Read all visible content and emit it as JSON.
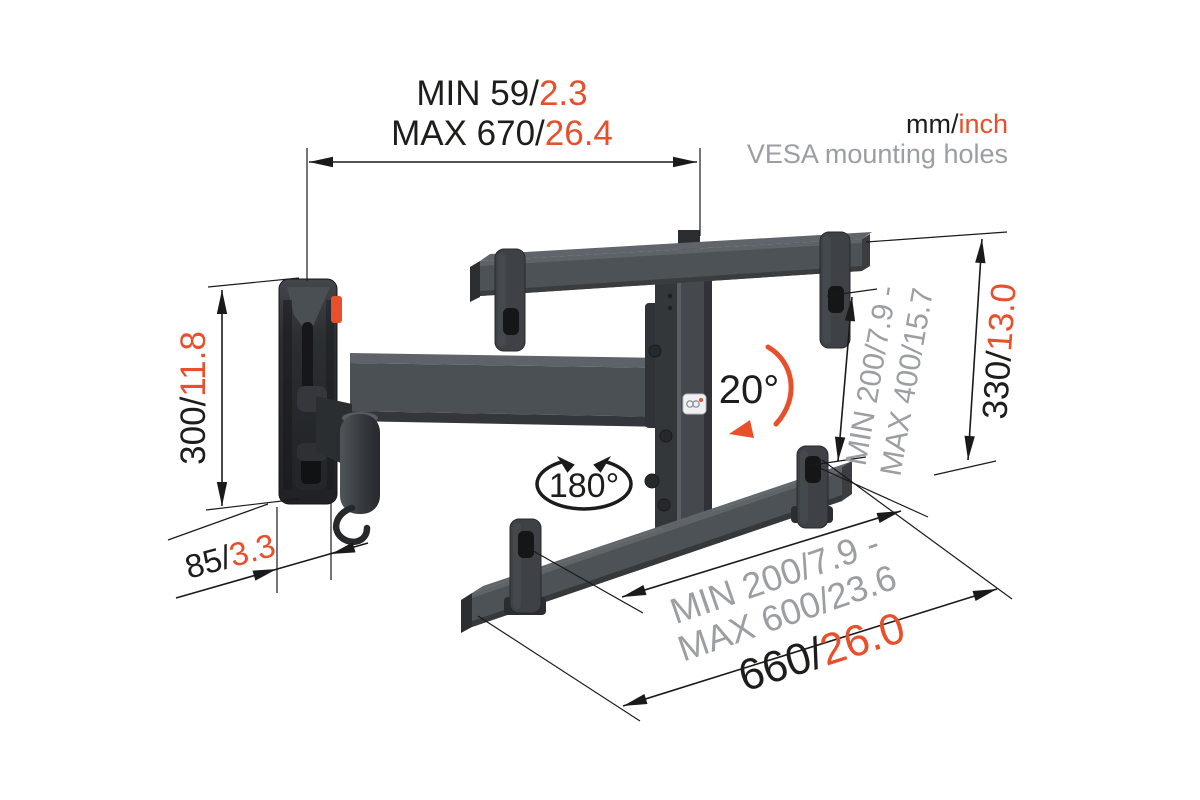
{
  "colors": {
    "accent": "#e8502b",
    "muted": "#9b9ea2",
    "ink": "#1d1d1b"
  },
  "legend": {
    "units_black": "mm/",
    "units_accent": "inch",
    "note": "VESA mounting holes"
  },
  "dims": {
    "arm_reach": {
      "l1_black": "MIN 59/",
      "l1_accent": "2.3",
      "l2_black": "MAX 670/",
      "l2_accent": "26.4"
    },
    "plate_height": {
      "black": "300/",
      "accent": "11.8"
    },
    "wall_distance": {
      "black": "85/",
      "accent": "3.3"
    },
    "swivel_angle": {
      "label": "180°"
    },
    "tilt_angle": {
      "label": "20°"
    },
    "vesa_vertical": {
      "l1": "MIN 200/7.9 -",
      "l2": "MAX 400/15.7"
    },
    "bracket_height": {
      "black": "330/",
      "accent": "13.0"
    },
    "vesa_horizontal": {
      "l1": "MIN 200/7.9 -",
      "l2": "MAX 600/23.6"
    },
    "rail_width": {
      "black": "660/",
      "accent": "26.0"
    }
  }
}
